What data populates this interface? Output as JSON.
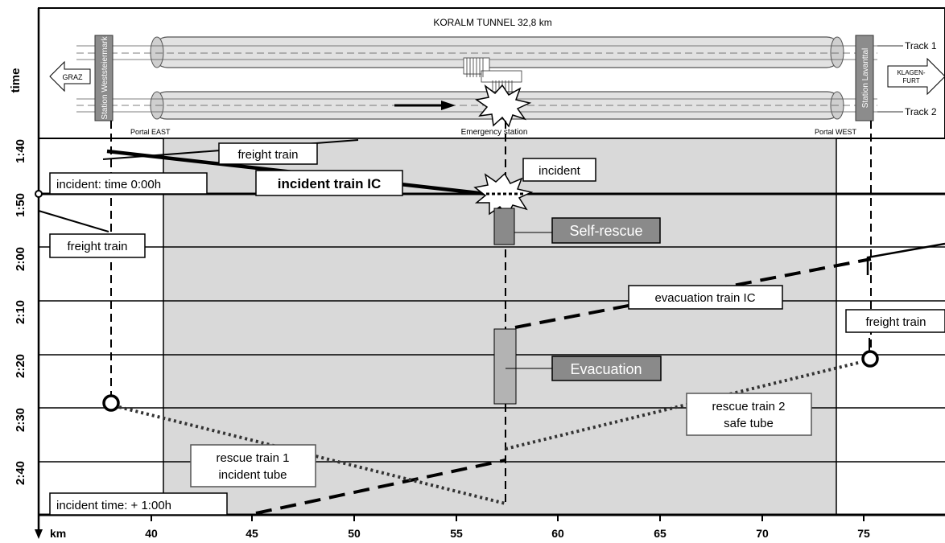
{
  "tunnel": {
    "title": "KORALM TUNNEL 32,8 km",
    "track_labels": [
      "Track 1",
      "Track 2"
    ],
    "stations": [
      "Station Weststeiermark",
      "Station Lavanttal"
    ],
    "portals": [
      "Portal EAST",
      "Portal WEST"
    ],
    "emergency_station_label": "Emergency station",
    "direction_left": "GRAZ",
    "direction_right": [
      "KLAGEN-",
      "FURT"
    ]
  },
  "chart_data": {
    "type": "diagram",
    "xlabel": "km",
    "ylabel": "time",
    "x_ticks": [
      "40",
      "45",
      "50",
      "55",
      "60",
      "65",
      "70",
      "75"
    ],
    "y_ticks": [
      "1:40",
      "1:50",
      "2:00",
      "2:10",
      "2:20",
      "2:30",
      "2:40"
    ],
    "xlim_km": [
      36,
      80.5
    ],
    "tunnel_extent_km": [
      40.7,
      73.5
    ],
    "emergency_station_km": 57.4,
    "event_times": {
      "incident_time": "1:50",
      "incident_plus_1h": "2:50"
    },
    "labels": {
      "incident_box": "incident: time 0:00h",
      "incident_end_box": "incident time: + 1:00h",
      "freight_train": "freight train",
      "incident_train": "incident train IC",
      "incident": "incident",
      "self_rescue": "Self-rescue",
      "evacuation_train": "evacuation train IC",
      "evacuation": "Evacuation",
      "rescue_train_1": [
        "rescue train 1",
        "incident tube"
      ],
      "rescue_train_2": [
        "rescue train 2",
        "safe tube"
      ]
    }
  },
  "colors": {
    "tunnel_shade": "#d9d9d9",
    "station_grey": "#8c8c8c",
    "label_grey": "#8a8a8a",
    "ink": "#000000"
  }
}
